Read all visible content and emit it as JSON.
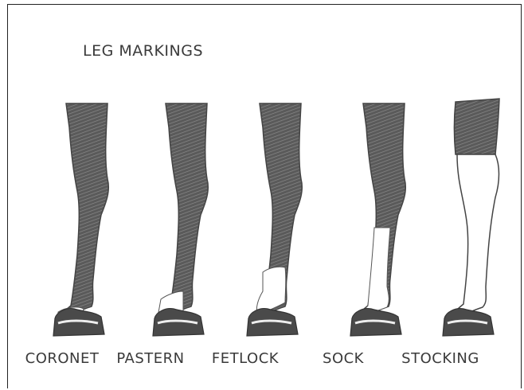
{
  "diagram": {
    "title": "LEG MARKINGS",
    "legs": [
      {
        "id": "coronet",
        "label": "CORONET"
      },
      {
        "id": "pastern",
        "label": "PASTERN"
      },
      {
        "id": "fetlock",
        "label": "FETLOCK"
      },
      {
        "id": "sock",
        "label": "SOCK"
      },
      {
        "id": "stocking",
        "label": "STOCKING"
      }
    ]
  }
}
